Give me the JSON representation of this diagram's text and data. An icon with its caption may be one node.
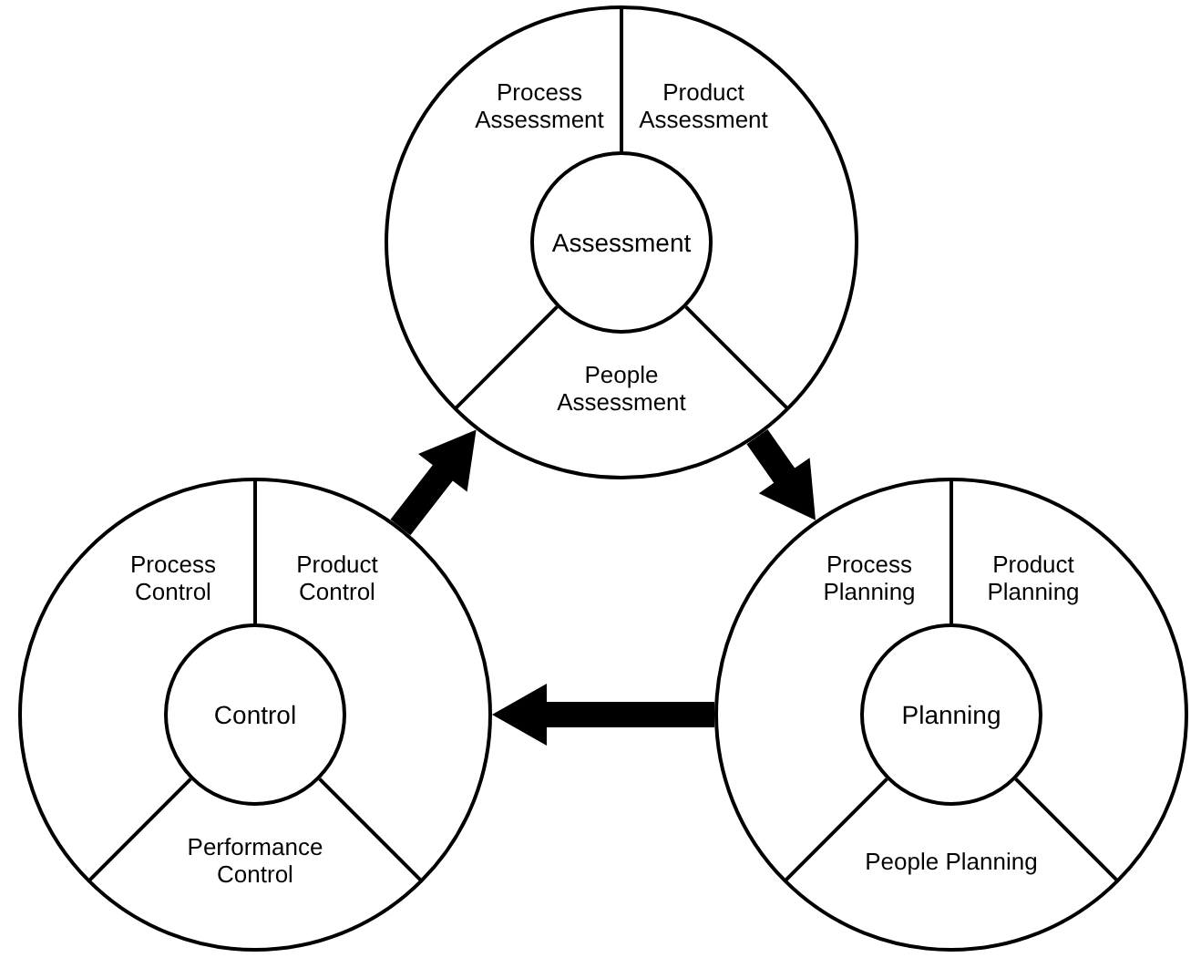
{
  "diagram": {
    "nodes": [
      {
        "text": [],
        "shape": "circle"
      },
      {
        "text": [
          "Process Assessment"
        ],
        "in": 0
      },
      {
        "text": [
          "Product Assessment"
        ],
        "in": 0
      },
      {
        "text": [
          "Assessment"
        ],
        "in": 0
      },
      {
        "text": [
          "People Assessment"
        ],
        "in": 0
      },
      {
        "text": [],
        "shape": "circle"
      },
      {
        "text": [
          "Process Control"
        ],
        "in": 5
      },
      {
        "text": [
          "Product Control"
        ],
        "in": 5
      },
      {
        "text": [
          "Control"
        ],
        "in": 5
      },
      {
        "text": [
          "Performance Control"
        ],
        "in": 5
      },
      {
        "text": [],
        "shape": "circle"
      },
      {
        "text": [
          "Process Planning"
        ],
        "in": 10
      },
      {
        "text": [
          "Product Planning"
        ],
        "in": 10
      },
      {
        "text": [
          "Planning"
        ],
        "in": 10
      },
      {
        "text": [
          "People Planning"
        ],
        "in": 10
      }
    ],
    "edges": [
      {
        "from": 0,
        "to": 10,
        "arrow": "to",
        "style": "thick"
      },
      {
        "from": 10,
        "to": 5,
        "arrow": "to",
        "style": "thick"
      },
      {
        "from": 5,
        "to": 0,
        "arrow": "to",
        "style": "thick"
      }
    ]
  }
}
